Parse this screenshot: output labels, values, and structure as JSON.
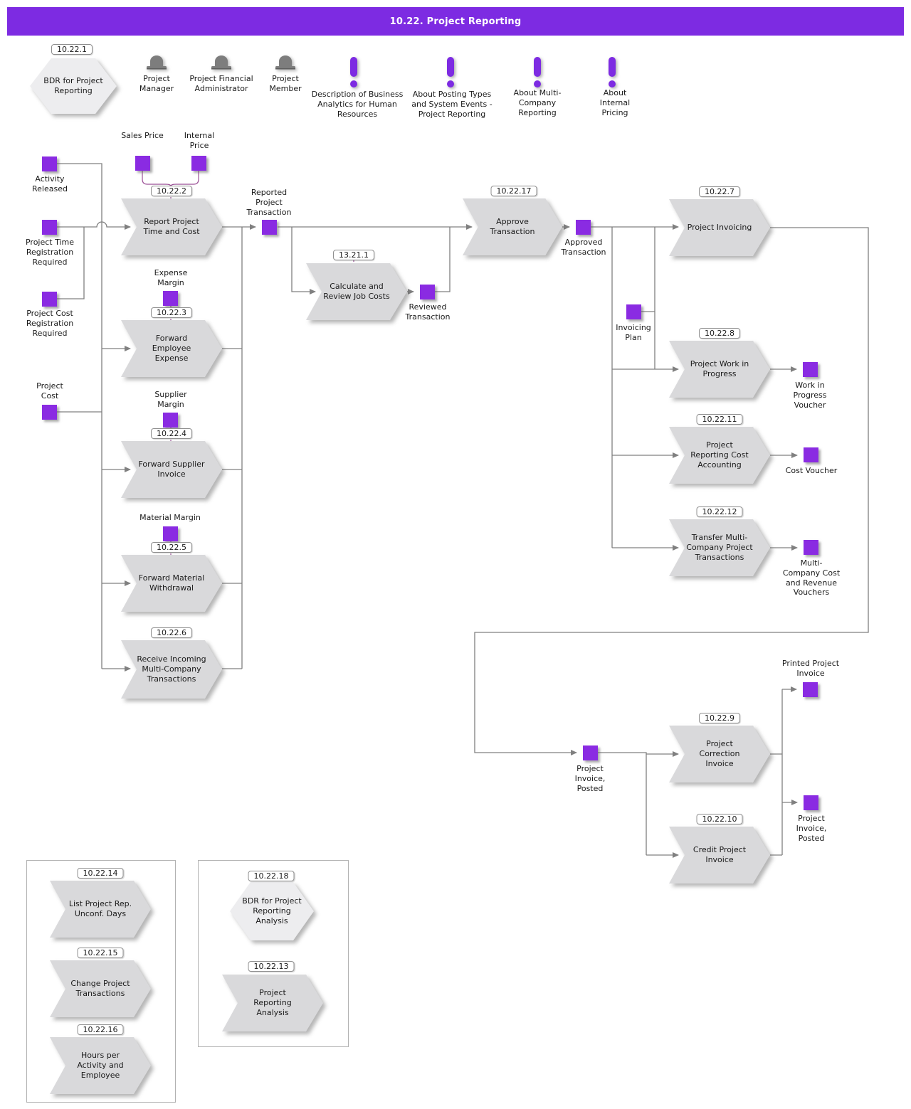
{
  "title": "10.22. Project Reporting",
  "colors": {
    "header_bar": "#7d2be2",
    "event_square": "#8a2be2",
    "process_fill": "#d9d9db",
    "bdr_fill": "#ededef",
    "wire": "#808080",
    "label_link": "#9b4f96"
  },
  "actors": {
    "manager": "Project Manager",
    "financial_admin": "Project Financial Administrator",
    "member": "Project Member"
  },
  "notes": {
    "ba_hr": "Description of Business Analytics for Human Resources",
    "posting_types": "About Posting Types and System Events - Project Reporting",
    "multi_company": "About Multi-Company Reporting",
    "internal_pricing": "About Internal Pricing"
  },
  "bdr": {
    "reporting": {
      "ref": "10.22.1",
      "label": "BDR for Project Reporting"
    },
    "analysis": {
      "ref": "10.22.18",
      "label": "BDR for Project Reporting Analysis"
    }
  },
  "proc": {
    "report_time_cost": {
      "ref": "10.22.2",
      "label": "Report Project Time and Cost"
    },
    "forward_employee_expense": {
      "ref": "10.22.3",
      "label": "Forward Employee Expense"
    },
    "forward_supplier_invoice": {
      "ref": "10.22.4",
      "label": "Forward Supplier Invoice"
    },
    "forward_material_withdrawal": {
      "ref": "10.22.5",
      "label": "Forward Material Withdrawal"
    },
    "receive_incoming": {
      "ref": "10.22.6",
      "label": "Receive Incoming Multi-Company Transactions"
    },
    "calculate_review": {
      "ref": "13.21.1",
      "label": "Calculate and Review Job Costs"
    },
    "approve_transaction": {
      "ref": "10.22.17",
      "label": "Approve Transaction"
    },
    "project_invoicing": {
      "ref": "10.22.7",
      "label": "Project Invoicing"
    },
    "project_wip": {
      "ref": "10.22.8",
      "label": "Project Work in Progress"
    },
    "cost_accounting": {
      "ref": "10.22.11",
      "label": "Project Reporting Cost Accounting"
    },
    "transfer_multi_company": {
      "ref": "10.22.12",
      "label": "Transfer Multi-Company Project Transactions"
    },
    "correction_invoice": {
      "ref": "10.22.9",
      "label": "Project Correction Invoice"
    },
    "credit_invoice": {
      "ref": "10.22.10",
      "label": "Credit Project Invoice"
    },
    "list_unconf_days": {
      "ref": "10.22.14",
      "label": "List Project Rep. Unconf. Days"
    },
    "change_transactions": {
      "ref": "10.22.15",
      "label": "Change Project Transactions"
    },
    "hours_per_activity": {
      "ref": "10.22.16",
      "label": "Hours per Activity and Employee"
    },
    "reporting_analysis": {
      "ref": "10.22.13",
      "label": "Project Reporting Analysis"
    }
  },
  "events": {
    "sales_price": "Sales Price",
    "internal_price": "Internal Price",
    "activity_released": "Activity Released",
    "time_reg_required": "Project Time Registration Required",
    "cost_reg_required": "Project Cost Registration Required",
    "project_cost": "Project Cost",
    "expense_margin": "Expense Margin",
    "supplier_margin": "Supplier Margin",
    "material_margin": "Material Margin",
    "reported_transaction": "Reported Project Transaction",
    "reviewed_transaction": "Reviewed Transaction",
    "approved_transaction": "Approved Transaction",
    "invoicing_plan": "Invoicing Plan",
    "wip_voucher": "Work in Progress Voucher",
    "cost_voucher": "Cost Voucher",
    "mc_vouchers": "Multi-Company Cost and Revenue Vouchers",
    "printed_invoice": "Printed Project Invoice",
    "invoice_posted_1": "Project Invoice, Posted",
    "invoice_posted_2": "Project Invoice, Posted"
  }
}
